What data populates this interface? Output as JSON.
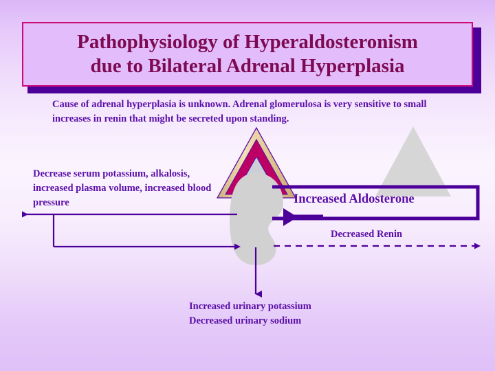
{
  "slide": {
    "title": "Pathophysiology of Hyperaldosteronism due to Bilateral Adrenal Hyperplasia",
    "title_line_1": "Pathophysiology of Hyperaldosteronism",
    "title_line_2": "due to Bilateral Adrenal Hyperplasia",
    "subtitle": "Cause of adrenal hyperplasia is unknown.  Adrenal glomerulosa is very sensitive to small increases in renin that might be secreted upon standing.",
    "effects_text": "Decrease serum potassium, alkalosis, increased plasma volume, increased blood pressure",
    "aldosterone_label": "Increased Aldosterone",
    "renin_label": "Decreased Renin",
    "urinary_line_1": "Increased urinary potassium",
    "urinary_line_2": "Decreased urinary sodium"
  },
  "colors": {
    "background_top": "#dcb6f7",
    "background_mid": "#fbf4fe",
    "background_bottom": "#dfc0f8",
    "title_text": "#7d0a52",
    "title_box_fill": "#e3bdfb",
    "title_box_border": "#cc0a7a",
    "title_box_shadow": "#4d0099",
    "body_text": "#5b0fa8",
    "arrow": "#4d0099",
    "adrenal_magenta": "#bd0063",
    "adrenal_tan": "#e8cf9c",
    "kidney_gray": "#d1d1d1",
    "triangle_gray": "#d6d6d6"
  },
  "figure": {
    "adrenal_gland_name": "adrenal-gland-triangle",
    "kidney_name": "kidney-shape",
    "decorative_triangle_name": "decorative-gray-triangle",
    "feedback_loop_name": "feedback-loop-arrows"
  }
}
